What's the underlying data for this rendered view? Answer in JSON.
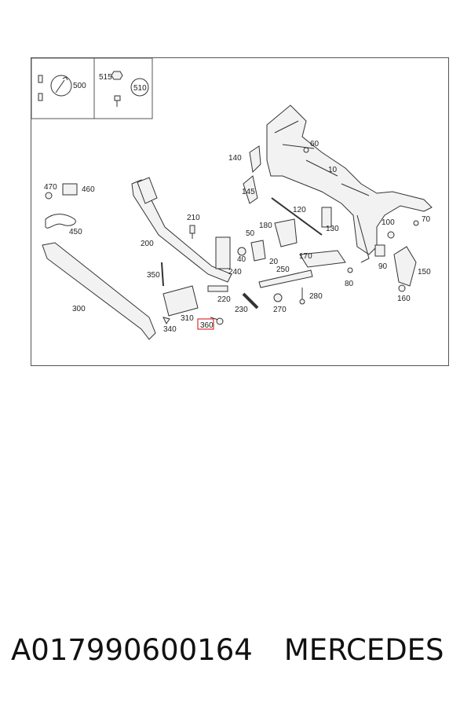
{
  "diagram": {
    "callouts": {
      "c500": "500",
      "c515": "515",
      "c510": "510",
      "c10": "10",
      "c20": "20",
      "c40": "40",
      "c50": "50",
      "c60": "60",
      "c70": "70",
      "c80": "80",
      "c90": "90",
      "c100": "100",
      "c120": "120",
      "c130": "130",
      "c140": "140",
      "c145": "145",
      "c150": "150",
      "c160": "160",
      "c170": "170",
      "c180": "180",
      "c200": "200",
      "c210": "210",
      "c220": "220",
      "c230": "230",
      "c240": "240",
      "c250": "250",
      "c270": "270",
      "c280": "280",
      "c300": "300",
      "c310": "310",
      "c340": "340",
      "c350": "350",
      "c360": "360",
      "c450": "450",
      "c460": "460",
      "c470": "470"
    },
    "highlighted_callout": "360",
    "highlight_color": "#e03030"
  },
  "caption": {
    "part_number": "A017990600164",
    "brand": "MERCEDES"
  }
}
